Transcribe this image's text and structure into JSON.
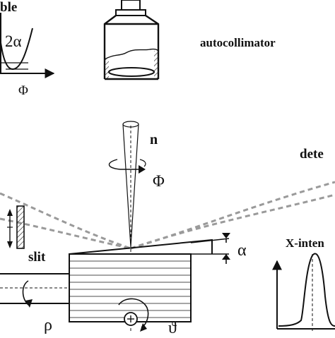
{
  "labels": {
    "top_left_fragment": "ble",
    "two_alpha": "2α",
    "phi_axis": "Φ",
    "autocollimator": "autocollimator",
    "normal_n": "n",
    "rotation_phi": "Φ",
    "detector_fragment": "dete",
    "slit": "slit",
    "alpha": "α",
    "x_intensity_fragment": "X-inten",
    "rho": "ρ",
    "theta": "ϑ"
  },
  "colors": {
    "line": "#111111",
    "beam_dashed": "#9a9a9a",
    "hatch": "#444444",
    "background": "#ffffff"
  }
}
